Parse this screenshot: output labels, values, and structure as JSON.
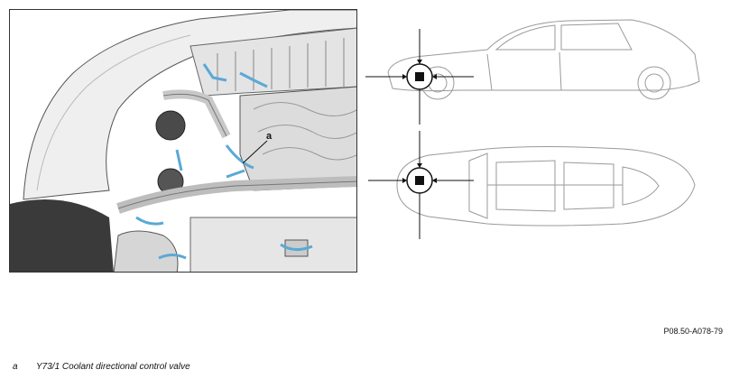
{
  "illustration": {
    "callout_letter": "a",
    "highlight_color": "#5aa9d6",
    "line_color": "#2a2a2a",
    "marker_color": "#111111"
  },
  "reference_code": "P08.50-A078-79",
  "legend": [
    {
      "key": "a",
      "text": "Y73/1 Coolant directional control valve"
    }
  ]
}
